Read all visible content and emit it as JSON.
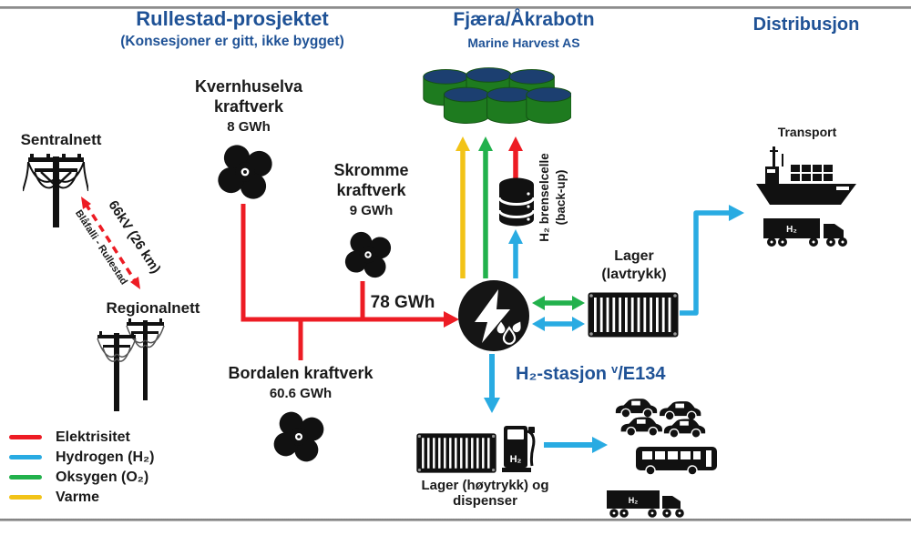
{
  "headers": {
    "project_title": "Rullestad-prosjektet",
    "project_subtitle": "(Konsesjoner er gitt, ikke bygget)",
    "site_title": "Fjæra/Åkrabotn",
    "site_subtitle": "Marine Harvest AS",
    "distribution_title": "Distribusjon"
  },
  "grid": {
    "central_label": "Sentralnett",
    "regional_label": "Regionalnett",
    "line_label": "66kV (26 km)",
    "line_sublabel": "Blåfalli - Rullestad"
  },
  "plants": {
    "kvernhuselva": {
      "line1": "Kvernhuselva",
      "line2": "kraftverk",
      "output": "8 GWh"
    },
    "skromme": {
      "line1": "Skromme",
      "line2": "kraftverk",
      "output": "9 GWh"
    },
    "bordalen": {
      "name": "Bordalen kraftverk",
      "output": "60.6 GWh"
    },
    "total_to_electrolyser": "78 GWh"
  },
  "fuel_cell": {
    "label_line1": "H₂ brenselcelle",
    "label_line2": "(back-up)"
  },
  "storage": {
    "low_pressure_line1": "Lager",
    "low_pressure_line2": "(lavtrykk)",
    "high_pressure_label": "Lager (høytrykk) og dispenser"
  },
  "station": {
    "name": "H₂-stasjon",
    "sup": "v",
    "road": "/E134"
  },
  "transport": {
    "label": "Transport",
    "truck_cargo_label": "H₂",
    "bottom_truck_label": "H₂",
    "pump_label": "H₂"
  },
  "legend": {
    "items": [
      {
        "label": "Elektrisitet",
        "color": "#ED1C24"
      },
      {
        "label": "Hydrogen (H₂)",
        "color": "#29ABE2"
      },
      {
        "label": "Oksygen (O₂)",
        "color": "#22B14C"
      },
      {
        "label": "Varme",
        "color": "#F2C318"
      }
    ]
  },
  "colors": {
    "heading_blue": "#1F5296",
    "electricity_red": "#ED1C24",
    "hydrogen_blue": "#29ABE2",
    "oxygen_green": "#22B14C",
    "heat_yellow": "#F2C318",
    "tank_green": "#1E7B1F",
    "tank_top_blue": "#1C3F70",
    "icon_black": "#111111"
  },
  "icons": {
    "transmission_tower": "power-line-pole",
    "turbine": "four-blade-hydro-turbine",
    "fish_farm": "green-fish-farm-tanks",
    "fuel_cell_stack": "stacked-cylinders",
    "electrolyser": "black-circle-lightning-waterdrops",
    "container": "striped-storage-container",
    "dispenser": "fuel-pump",
    "ship": "cargo-ship",
    "truck": "h2-semi-truck",
    "cars": "car-group",
    "bus": "bus"
  }
}
